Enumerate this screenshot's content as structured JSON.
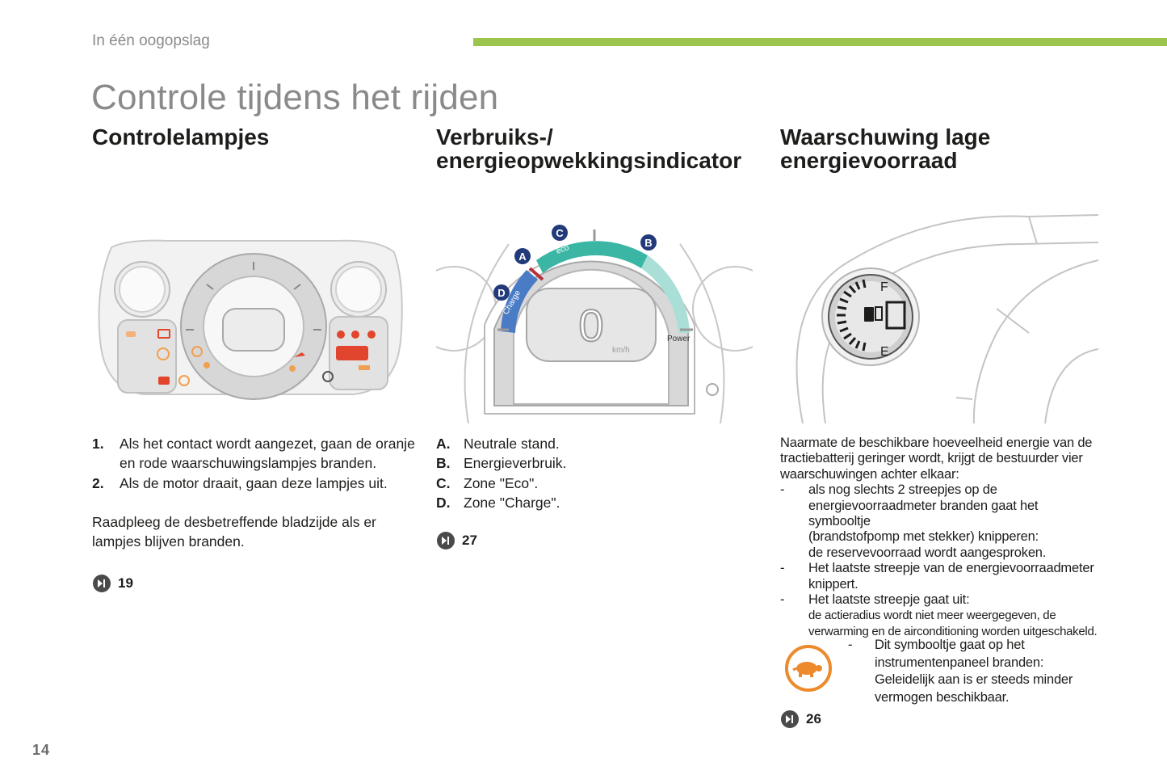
{
  "header": {
    "section_label": "In één oogopslag",
    "page_title": "Controle tijdens het rijden",
    "accent_color": "#9dc44d"
  },
  "columns": [
    {
      "title": "Controlelampjes",
      "items": [
        {
          "marker": "1.",
          "text": "Als het contact wordt aangezet, gaan de oranje en rode waarschuwingslampjes branden."
        },
        {
          "marker": "2.",
          "text": "Als de motor draait, gaan deze lampjes uit."
        }
      ],
      "after_text": "Raadpleeg de desbetreffende bladzijde als er lampjes blijven branden.",
      "ref": {
        "icon": "page-reference-icon",
        "page": "19"
      }
    },
    {
      "title_line1": "Verbruiks-/",
      "title_line2": "energieopwekkingsindicator",
      "items": [
        {
          "marker": "A.",
          "text": "Neutrale stand."
        },
        {
          "marker": "B.",
          "text": "Energieverbruik."
        },
        {
          "marker": "C.",
          "text": "Zone \"Eco\"."
        },
        {
          "marker": "D.",
          "text": "Zone \"Charge\"."
        }
      ],
      "gauge": {
        "charge": "Charge",
        "eco": "eco",
        "power": "Power",
        "speed": "0",
        "unit": "km/h",
        "labels": [
          "A",
          "B",
          "C",
          "D"
        ]
      },
      "ref": {
        "icon": "page-reference-icon",
        "page": "27"
      }
    },
    {
      "title_line1": "Waarschuwing lage",
      "title_line2": "energievoorraad",
      "intro": "Naarmate de beschikbare hoeveelheid energie van de tractiebatterij geringer wordt, krijgt de bestuurder vier waarschuwingen achter elkaar:",
      "bullets": [
        {
          "dash": "-",
          "lines": [
            "als nog slechts 2 streepjes op de",
            "energievoorraadmeter branden gaat het symbooltje",
            "(brandstofpomp met stekker) knipperen:",
            "de reservevoorraad wordt aangesproken."
          ]
        },
        {
          "dash": "-",
          "lines": [
            "Het laatste streepje van de energievoorraadmeter",
            "knippert."
          ]
        },
        {
          "dash": "-",
          "lines": [
            "Het laatste streepje gaat uit:"
          ],
          "small_lines": [
            "de actieradius wordt niet meer weergegeven, de",
            "verwarming en de airconditioning worden uitgeschakeld."
          ]
        }
      ],
      "gauge": {
        "full": "F",
        "empty": "E"
      },
      "turtle_note": {
        "dash": "-",
        "lines": [
          "Dit symbooltje gaat op het",
          "instrumentenpaneel branden:",
          "Geleidelijk aan is er steeds minder",
          "vermogen beschikbaar."
        ],
        "icon": "turtle-icon",
        "icon_color": "#ec8a2c"
      },
      "ref": {
        "icon": "page-reference-icon",
        "page": "26"
      }
    }
  ],
  "footer": {
    "page_number": "14"
  }
}
